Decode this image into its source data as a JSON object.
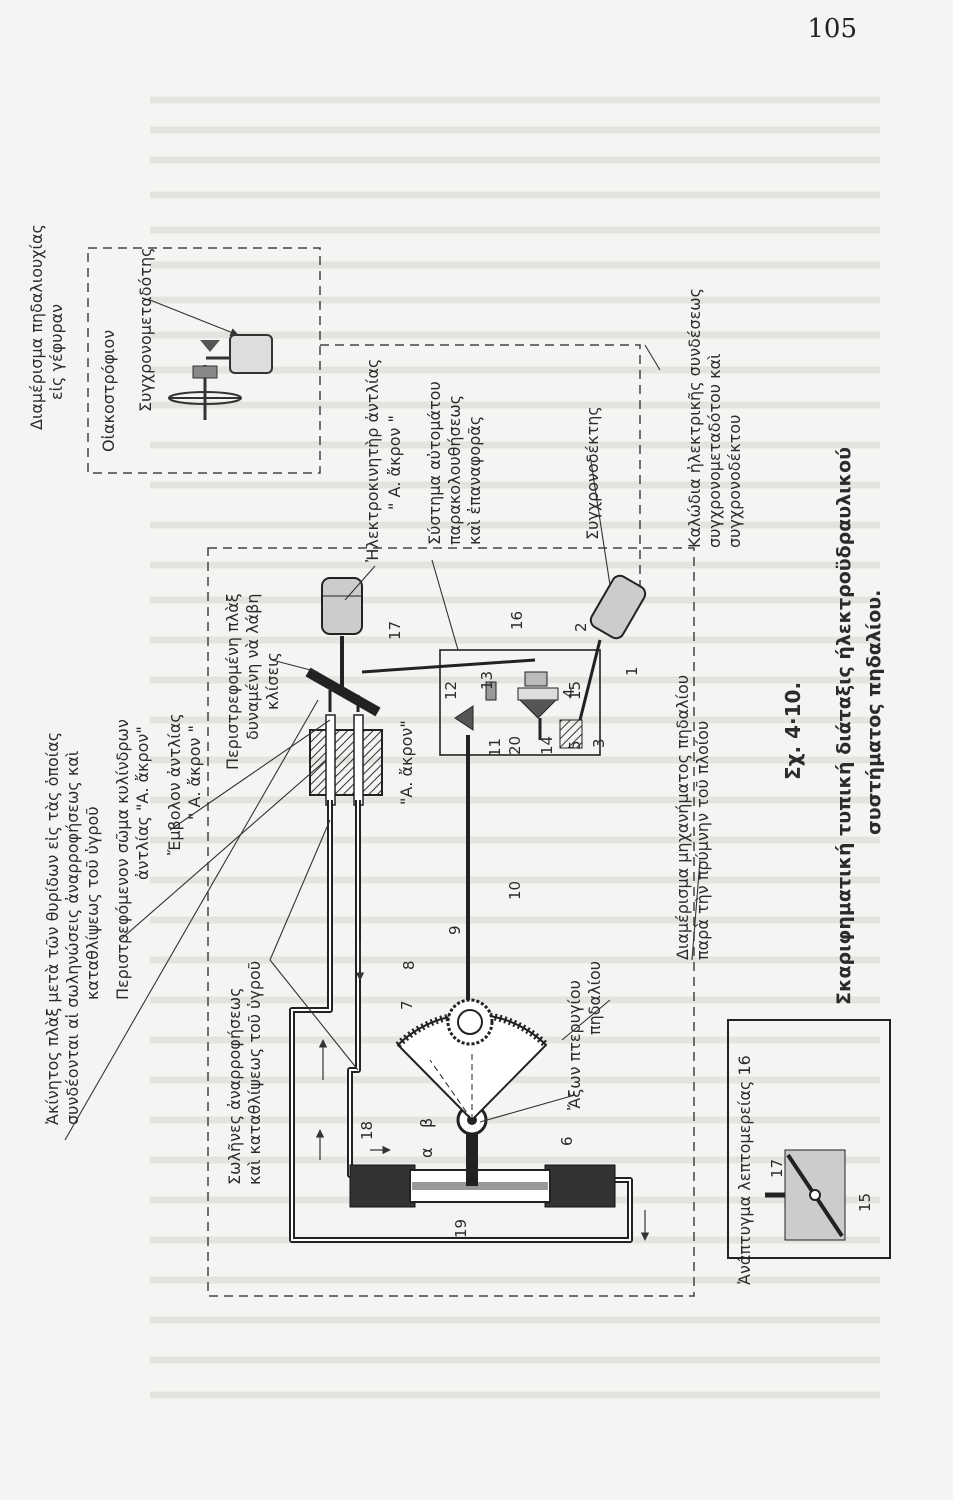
{
  "page_number": "105",
  "figure": {
    "caption_number": "Σχ. 4·10.",
    "caption_line1": "Σκαριφηματική τυπική διάταξις ήλεκτροϋδραυλικού",
    "caption_line2": "συστήματος πηδαλίου."
  },
  "labels": {
    "bridge_compartment_1": "Διαμέρισμα πηδαλιουχίας",
    "bridge_compartment_2": "εἰς γέφυραν",
    "steering_wheel": "Οἰακοστρόφιον",
    "synchro_transmitter": "Συγχρονομεταδότης",
    "fixed_plate_1": "Ἀκίνητος πλὰξ μετὰ τῶν θυρίδων εἰς τὰς ὁποίας",
    "fixed_plate_2": "συνδέονται αἱ σωληνώσεις ἀναρροφήσεως καὶ",
    "fixed_plate_3": "καταθλίψεως τοῦ ὑγροῦ",
    "rotating_body_1": "Περιστρεφόμενον σῶμα κυλίνδρων",
    "rotating_body_2": "ἀντλίας \"Α. ἄκρον\"",
    "piston_1": "Ἔμβολον ἀντλίας",
    "piston_2": "\" Α. ἄκρον \"",
    "rotating_plate_1": "Περιστρεφομένη πλὰξ",
    "rotating_plate_2": "δυναμένη νὰ λάβη",
    "rotating_plate_3": "κλίσεις",
    "pipes_1": "Σωλῆνες ἀναρροφήσεως",
    "pipes_2": "καὶ καταθλίψεως τοῦ ὑγροῦ",
    "electric_motor_1": "Ἠλεκτροκινητὴρ ἀντλίας",
    "electric_motor_2": "\" Α. ἄκρον \"",
    "auto_system_1": "Σύστημα αὐτομάτου",
    "auto_system_2": "παρακολουθήσεως",
    "auto_system_3": "καὶ ἐπαναφορᾶς",
    "synchro_receiver": "Συγχρονοδέκτης",
    "cables_1": "Καλώδια ἠλεκτρικῆς συνδέσεως",
    "cables_2": "συγχρονομεταδότου καὶ",
    "cables_3": "συγχρονοδέκτου",
    "a_end_pump": "\"Α. ἄκρον\"",
    "rudder_axis_1": "Ἄξων πτερυγίου",
    "rudder_axis_2": "πηδαλίου",
    "machinery_1": "Διαμέρισμα μηχανήματος πηδαλίου",
    "machinery_2": "παρὰ τὴν πρύμνην τοῦ πλοίου",
    "detail_title": "Ἀνάπτυγμα λεπτομερείας 16",
    "alpha": "α",
    "beta": "β"
  },
  "numbers": [
    "1",
    "2",
    "3",
    "4",
    "5",
    "6",
    "7",
    "8",
    "9",
    "10",
    "11",
    "12",
    "13",
    "14",
    "15",
    "16",
    "17",
    "18",
    "19",
    "20"
  ],
  "detail_numbers": [
    "17",
    "15"
  ]
}
